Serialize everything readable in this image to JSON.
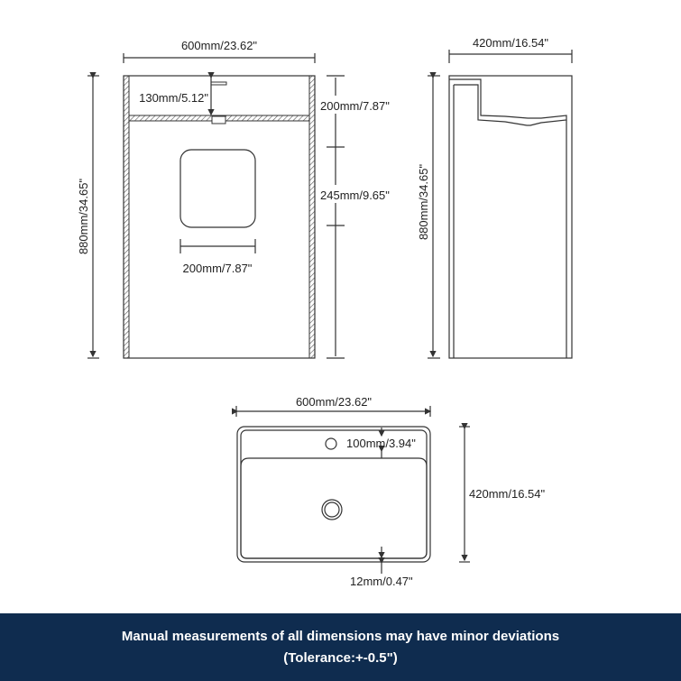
{
  "front_view": {
    "width": "600mm/23.62\"",
    "height": "880mm/34.65\"",
    "faucet_depth": "130mm/5.12\"",
    "basin_depth": "200mm/7.87\"",
    "window_offset": "245mm/9.65\"",
    "window_width": "200mm/7.87\""
  },
  "side_view": {
    "depth": "420mm/16.54\"",
    "height": "880mm/34.65\""
  },
  "top_view": {
    "width": "600mm/23.62\"",
    "depth": "420mm/16.54\"",
    "deck": "100mm/3.94\"",
    "rim": "12mm/0.47\""
  },
  "banner": {
    "line1": "Manual measurements of all dimensions may have minor deviations",
    "line2": "(Tolerance:+-0.5\")"
  },
  "colors": {
    "banner": "#0f2c4f",
    "line": "#333333"
  }
}
